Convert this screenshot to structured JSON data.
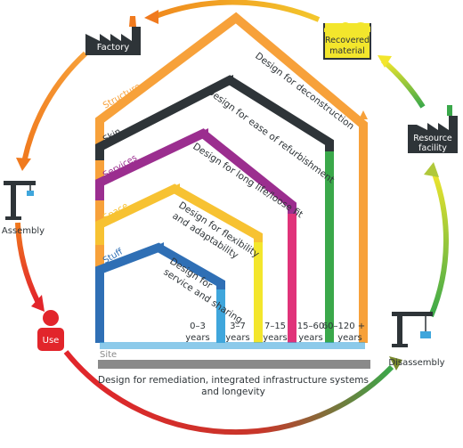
{
  "nodes": {
    "factory": "Factory",
    "recovered_line1": "Recovered",
    "recovered_line2": "material",
    "resource_line1": "Resource",
    "resource_line2": "facility",
    "assembly": "Assembly",
    "use": "Use",
    "disassembly": "Disassembly"
  },
  "layers": {
    "structure": "Structure",
    "skin": "Skin",
    "services": "Services",
    "space": "Space",
    "stuff": "Stuff",
    "site": "Site"
  },
  "strategies": {
    "deconstruction": "Design for deconstruction",
    "refurbishment": "Design for ease of refurbishment",
    "long_life": "Design for long life/loose fit",
    "flex_line1": "Design for flexibility",
    "flex_line2": "and adaptability",
    "service_line1": "Design for",
    "service_line2": "service and sharing",
    "site_line1": "Design for remediation, integrated infrastructure systems",
    "site_line2": "and longevity"
  },
  "timescales": {
    "t1_line1": "0–3",
    "t1_line2": "years",
    "t2_line1": "3–7",
    "t2_line2": "years",
    "t3_line1": "7–15",
    "t3_line2": "years",
    "t4_line1": "15–60",
    "t4_line2": "years",
    "t5_line1": "60–120 +",
    "t5_line2": "years"
  },
  "colors": {
    "structure": "#f7a13a",
    "skin": "#3aa84a",
    "services": "#e0337a",
    "space": "#f3e62c",
    "stuff": "#3fa6dc",
    "site": "#8a8a8a",
    "dark": "#2e3438",
    "purple": "#9b2e8f",
    "orange": "#f07a1e",
    "red": "#e2252b"
  }
}
